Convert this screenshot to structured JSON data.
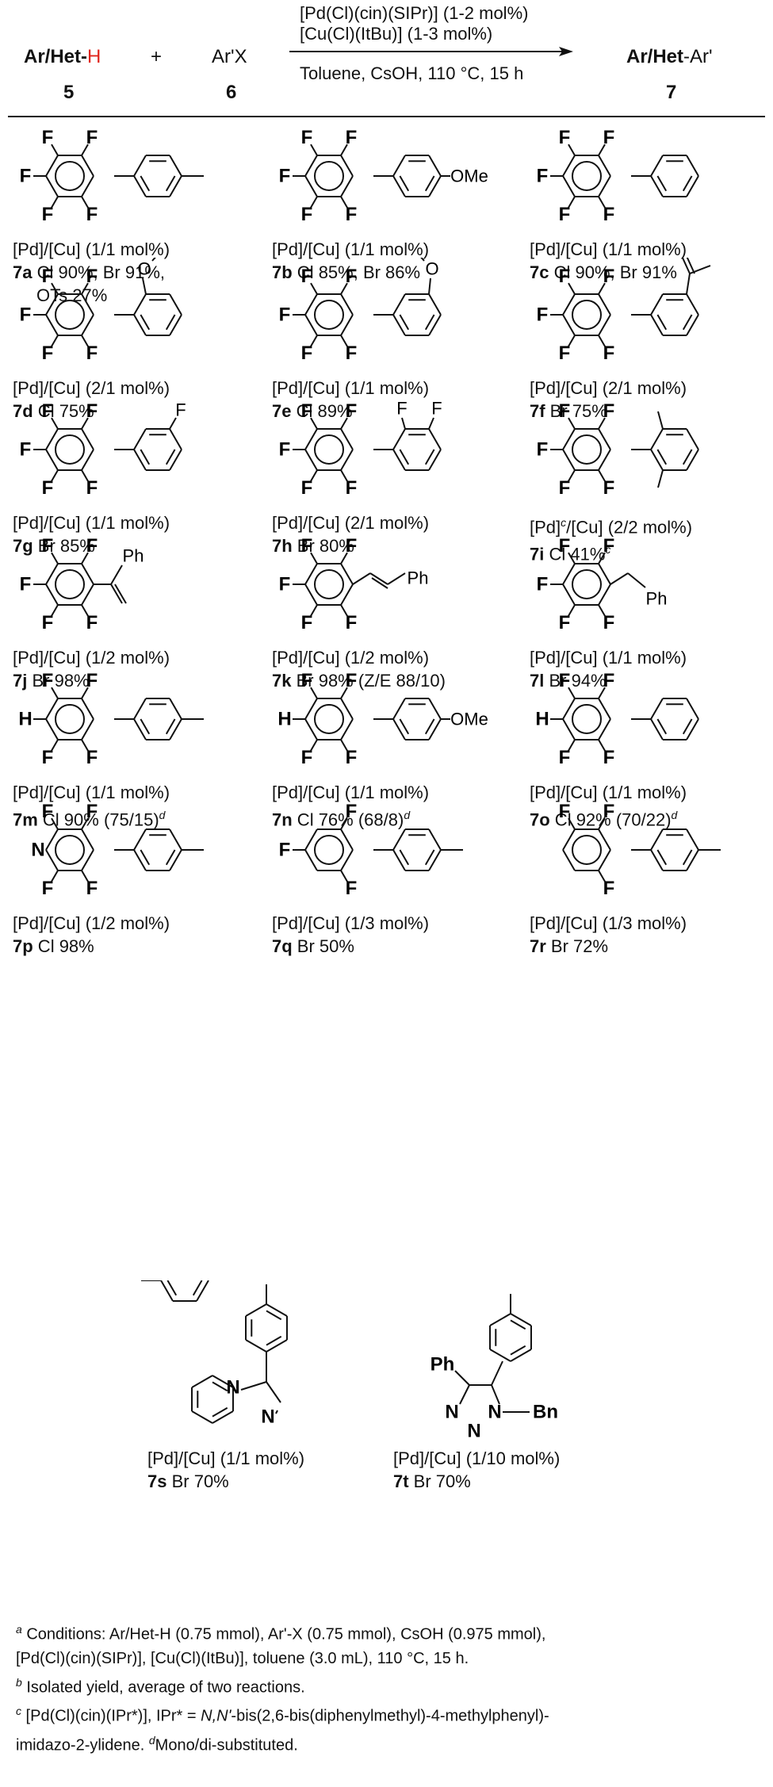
{
  "scheme": {
    "reactant1": "Ar/Het-",
    "reactant1_h": "H",
    "reactant1_num": "5",
    "plus": "+",
    "reactant2": "Ar'X",
    "reactant2_num": "6",
    "cond1": "[Pd(Cl)(cin)(SIPr)] (1-2 mol%)",
    "cond2": "[Cu(Cl)(ItBu)] (1-3 mol%)",
    "cond3": "Toluene, CsOH, 110 °C, 15 h",
    "product": "Ar/Het",
    "product_ar": "-Ar'",
    "product_num": "7"
  },
  "compounds": [
    {
      "id": "7a",
      "loading": "[Pd]/[Cu] (1/1 mol%)",
      "result": " Cl 90%, Br 91%,",
      "result2": "OTs 27%"
    },
    {
      "id": "7b",
      "loading": "[Pd]/[Cu] (1/1 mol%)",
      "result": " Cl 85%, Br 86%"
    },
    {
      "id": "7c",
      "loading": "[Pd]/[Cu] (1/1 mol%)",
      "result": " Cl 90%, Br 91%"
    },
    {
      "id": "7d",
      "loading": "[Pd]/[Cu] (2/1 mol%)",
      "result": " Cl 75%"
    },
    {
      "id": "7e",
      "loading": "[Pd]/[Cu] (1/1 mol%)",
      "result": " Cl 89%"
    },
    {
      "id": "7f",
      "loading": "[Pd]/[Cu] (2/1 mol%)",
      "result": " Br 75%"
    },
    {
      "id": "7g",
      "loading": "[Pd]/[Cu] (1/1 mol%)",
      "result": " Br 85%"
    },
    {
      "id": "7h",
      "loading": "[Pd]/[Cu] (2/1 mol%)",
      "result": " Br 80%"
    },
    {
      "id": "7i",
      "loading": "[Pd]",
      "loading_sup": "c",
      "loading_rest": "/[Cu] (2/2 mol%)",
      "result": " Cl 41%",
      "result_sup": "c"
    },
    {
      "id": "7j",
      "loading": "[Pd]/[Cu] (1/2 mol%)",
      "result": " Br 98%"
    },
    {
      "id": "7k",
      "loading": "[Pd]/[Cu] (1/2 mol%)",
      "result": " Br 98% (Z/E 88/10)"
    },
    {
      "id": "7l",
      "loading": "[Pd]/[Cu] (1/1 mol%)",
      "result": " Br 94%"
    },
    {
      "id": "7m",
      "loading": "[Pd]/[Cu] (1/1 mol%)",
      "result": " Cl 90% (75/15)",
      "result_sup": "d"
    },
    {
      "id": "7n",
      "loading": "[Pd]/[Cu] (1/1 mol%)",
      "result": " Cl 76% (68/8)",
      "result_sup": "d"
    },
    {
      "id": "7o",
      "loading": "[Pd]/[Cu] (1/1 mol%)",
      "result": " Cl 92% (70/22)",
      "result_sup": "d"
    },
    {
      "id": "7p",
      "loading": "[Pd]/[Cu] (1/2 mol%)",
      "result": " Cl 98%"
    },
    {
      "id": "7q",
      "loading": "[Pd]/[Cu] (1/3 mol%)",
      "result": " Br 50%"
    },
    {
      "id": "7r",
      "loading": "[Pd]/[Cu] (1/3 mol%)",
      "result": " Br 72%"
    },
    {
      "id": "7s",
      "loading": "[Pd]/[Cu] (1/1 mol%)",
      "result": " Br 70%"
    },
    {
      "id": "7t",
      "loading": "[Pd]/[Cu] (1/10 mol%)",
      "result": " Br 70%"
    }
  ],
  "atoms": {
    "F": "F",
    "H": "H",
    "N": "N",
    "O": "O",
    "OMe": "OMe",
    "Ph": "Ph",
    "Bn": "Bn"
  },
  "footnotes": {
    "a_mark": "a",
    "a_text": " Conditions: Ar/Het-H (0.75 mmol), Ar'-X (0.75 mmol), CsOH (0.975 mmol),",
    "a_text2": "[Pd(Cl)(cin)(SIPr)], [Cu(Cl)(ItBu)], toluene (3.0 mL), 110 °C, 15 h.",
    "b_mark": "b",
    "b_text": " Isolated yield, average of two reactions.",
    "c_mark": "c",
    "c_text": " [Pd(Cl)(cin)(IPr*)], IPr* = ",
    "c_ital": "N,N'",
    "c_text2": "-bis(2,6-bis(diphenylmethyl)-4-methylphenyl)-",
    "c_text3": "imidazo-2-ylidene. ",
    "d_mark": "d",
    "d_text": "Mono/di-substituted."
  }
}
